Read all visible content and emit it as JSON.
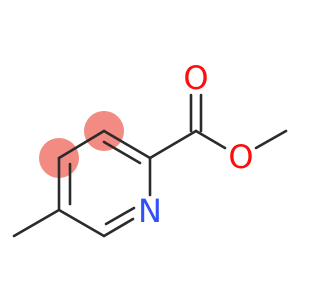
{
  "molecule": {
    "atoms": {
      "oxygen_carbonyl": {
        "symbol": "O",
        "color": "#ff0d0d"
      },
      "oxygen_ester": {
        "symbol": "O",
        "color": "#ff0d0d"
      },
      "nitrogen": {
        "symbol": "N",
        "color": "#3050f8"
      }
    },
    "highlight_color": "#f28b82"
  }
}
